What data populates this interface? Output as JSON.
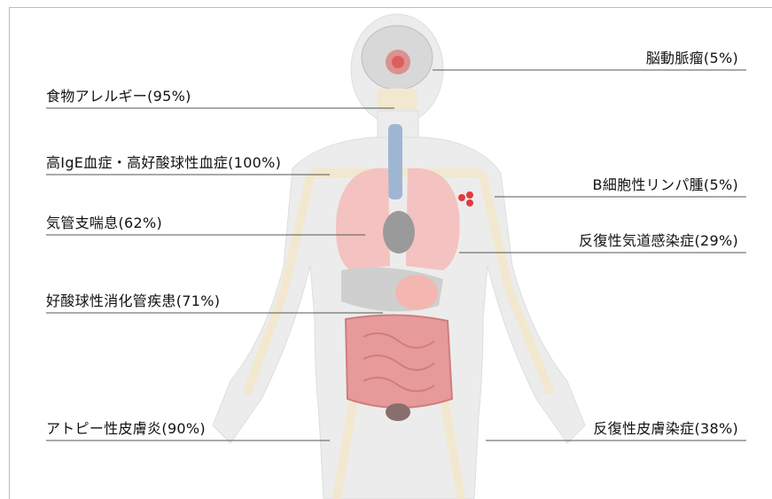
{
  "labels_left": [
    "食物アレルギー(95%)",
    "高IgE血症・高好酸球性血症(100%)",
    "気管支喘息(62%)",
    "好酸球性消化管疾患(71%)",
    "アトピー性皮膚炎(90%)"
  ],
  "labels_right": [
    "脳動脈瘤(5%)",
    "B細胞性リンパ腫(5%)",
    "反復性気道感染症(29%)",
    "反復性皮膚染症(38%)"
  ],
  "colors": {
    "body": "#ececec",
    "bone": "#f1e8cf",
    "lung": "#f4c2c0",
    "intestine": "#e79a9a",
    "liver": "#cfcfcf",
    "highlight": "#e23b3b",
    "line": "#555555"
  }
}
